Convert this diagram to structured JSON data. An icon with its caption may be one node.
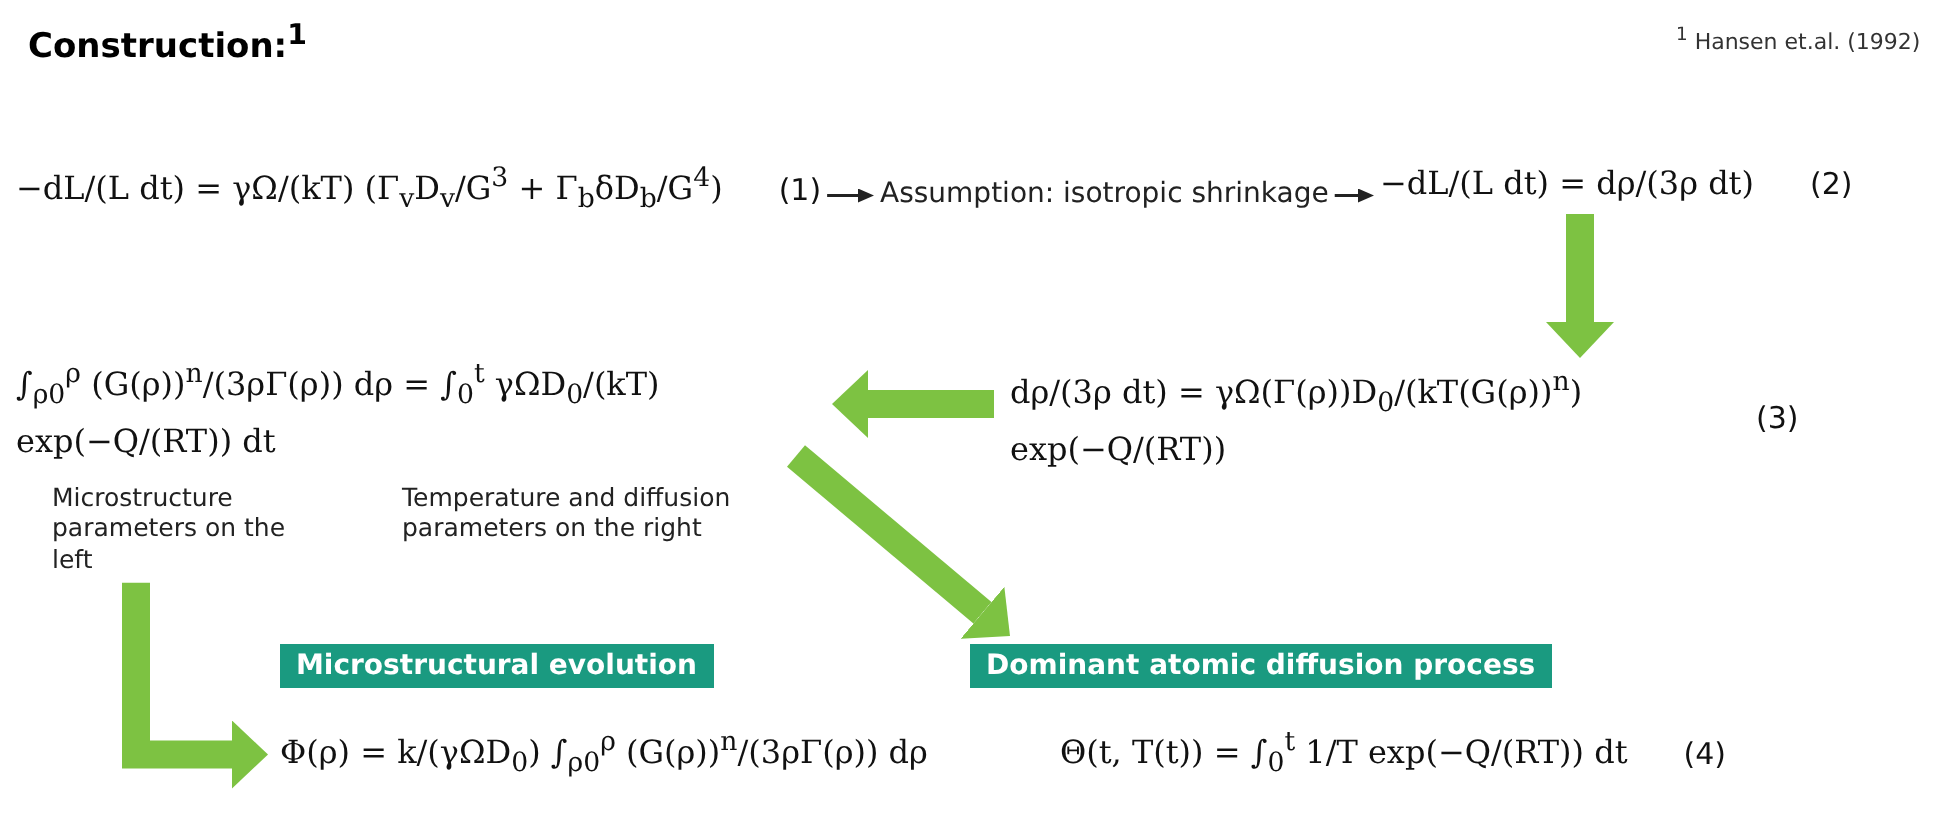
{
  "diagram": {
    "title": "Construction:$^{1}$",
    "nodes": [
      {
        "text": [
          "−dL/(L dt) = γΩ/(kT) (Γ$_{v}$D$_{v}$/G$^{3}$ + Γ$_{b}$δD$_{b}$/G$^{4}$)"
        ],
        "beside": [
          "(1)"
        ]
      },
      {
        "text": [
          "Assumption: isotropic shrinkage"
        ]
      },
      {
        "text": [
          "−dL/(L dt) = dρ/(3ρ dt)"
        ],
        "beside": [
          "(2)"
        ]
      },
      {
        "text": [
          "dρ/(3ρ dt) = γΩ(Γ(ρ))D$_{0}$/(kT(G(ρ))$^{n}$) exp(−Q/(RT))"
        ],
        "beside": [
          "(3)"
        ]
      },
      {
        "text": [
          "∫$_{ρ0}$$^{ρ}$ (G(ρ))$^{n}$/(3ρΓ(ρ)) dρ = ∫$_{0}$$^{t}$ γΩD$_{0}$/(kT) exp(−Q/(RT)) dt"
        ],
        "beside": [
          "Microstructure parameters on the left",
          "Temperature and diffusion parameters on the right"
        ]
      },
      {
        "text": [
          "Microstructural evolution"
        ]
      },
      {
        "text": [
          "Φ(ρ) = k/(γΩD$_{0}$) ∫$_{ρ0}$$^{ρ}$ (G(ρ))$^{n}$/(3ρΓ(ρ)) dρ"
        ]
      },
      {
        "text": [
          "Dominant atomic diffusion process"
        ]
      },
      {
        "text": [
          "Θ(t, T(t)) = ∫$_{0}$$^{t}$ 1/T exp(−Q/(RT)) dt"
        ],
        "beside": [
          "(4)"
        ]
      }
    ],
    "edges": [
      {
        "from": 0,
        "to": 1,
        "arrow": "to",
        "color": "#222222"
      },
      {
        "from": 1,
        "to": 2,
        "arrow": "to",
        "color": "#222222"
      },
      {
        "from": 2,
        "to": 3,
        "arrow": "to",
        "color": "#7dc242"
      },
      {
        "from": 3,
        "to": 4,
        "arrow": "to",
        "color": "#7dc242"
      },
      {
        "from": 4,
        "to": 7,
        "arrow": "to",
        "color": "#7dc242"
      },
      {
        "from": 4,
        "to": 6,
        "arrow": "to",
        "color": "#7dc242"
      }
    ],
    "labels": [
      "$^{1}$ Hansen et.al. (1992)"
    ]
  }
}
